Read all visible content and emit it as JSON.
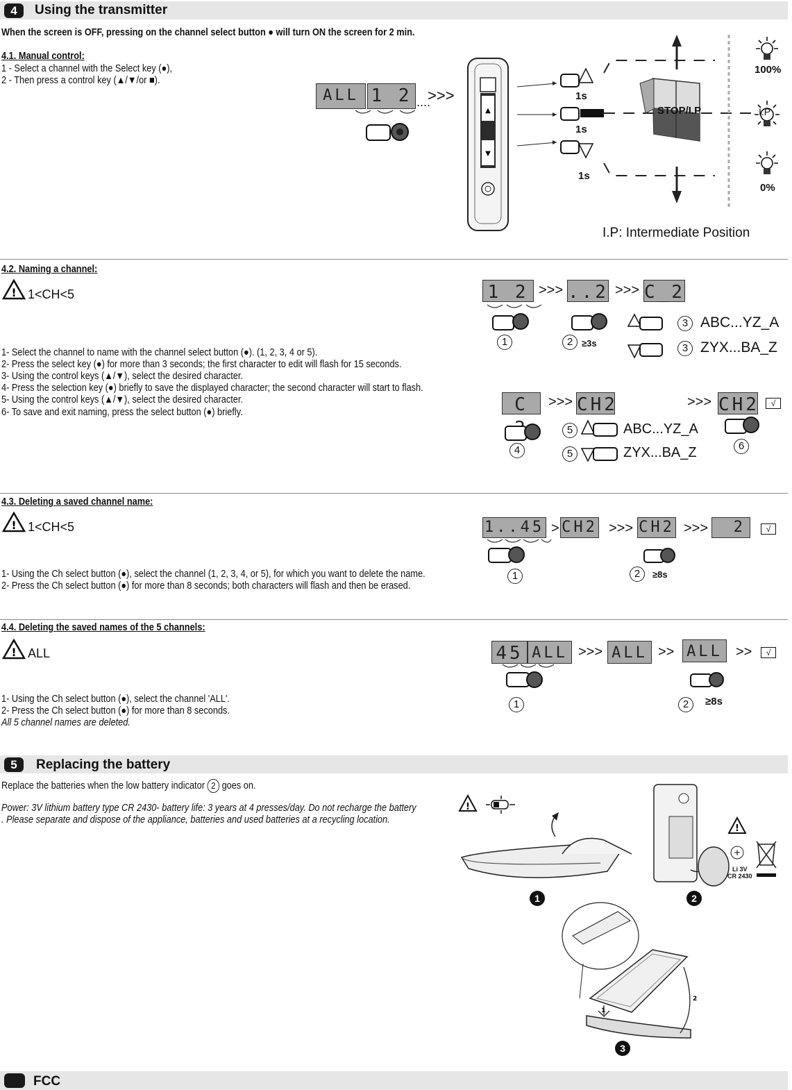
{
  "section4": {
    "number": "4",
    "title": "Using the transmitter",
    "intro": "When the screen is OFF, pressing on the channel select button ● will turn ON the screen for 2 min.",
    "manual": {
      "heading": "4.1. Manual control:",
      "lines": [
        "1 - Select a channel with the Select key (●),",
        "2 - Then press a control key (▲/▼/or ■)."
      ],
      "lcd_left": "ALL",
      "lcd_right": "1 2",
      "more": ">>>",
      "dots": "....",
      "times": [
        "1s",
        "1s",
        "1s"
      ],
      "stop_label": "STOP/I.P",
      "ip_label": "I.P",
      "pct_top": "100%",
      "pct_bottom": "0%",
      "ip_legend": "I.P: Intermediate Position"
    }
  },
  "naming": {
    "heading": "4.2. Naming a channel:",
    "condition": "1<CH<5",
    "steps": [
      "1- Select the channel to name with the channel select button (●). (1, 2, 3, 4 or 5).",
      "2- Press the select key (●) for more than 3 seconds; the first character to edit will flash for 15 seconds.",
      "3- Using the control keys (▲/▼), select the desired character.",
      "4- Press the selection key (●) briefly to save the displayed character; the second character will start to flash.",
      "5- Using the control keys (▲/▼), select the desired character.",
      "6- To save and exit naming, press the select button (●) briefly."
    ],
    "lcd": [
      "1 2",
      "..2",
      "C_2",
      "C 2",
      "CH2",
      "CH2"
    ],
    "seq_up": "ABC...YZ_A",
    "seq_down": "ZYX...BA_Z",
    "hold_3s": "≥3s",
    "check": "√"
  },
  "deleting_one": {
    "heading": "4.3. Deleting a saved channel name:",
    "condition": "1<CH<5",
    "steps": [
      "1- Using the Ch select button (●), select the channel (1, 2, 3, 4, or 5), for which you want to delete the name.",
      "2- Press the Ch select button (●) for more than 8 seconds; both characters will flash and then be erased."
    ],
    "lcd": [
      "1..45",
      "CH2",
      "CH2",
      "2"
    ],
    "hold_8s": "≥8s"
  },
  "deleting_all": {
    "heading": "4.4. Deleting the saved names of the 5 channels:",
    "condition": "ALL",
    "steps": [
      "1- Using the Ch select button (●), select the channel  'ALL'.",
      "2- Press the Ch select button (●) for more than 8 seconds."
    ],
    "note": "All 5 channel names are deleted.",
    "lcd": [
      "45",
      "ALL",
      "ALL",
      "ALL"
    ],
    "hold_8s": "≥8s"
  },
  "section5": {
    "number": "5",
    "title": "Replacing the battery",
    "line1_a": "Replace the batteries when the low battery indicator",
    "line1_b": "goes on.",
    "power": [
      "Power: 3V lithium battery type CR 2430- battery life: 3 years at 4 presses/day. Do not recharge the battery",
      ". Please separate and dispose of the appliance, batteries and used batteries at a recycling location."
    ],
    "battery_label": [
      "Li 3V",
      "CR 2430"
    ],
    "steps": [
      "1",
      "2",
      "3"
    ]
  },
  "fcc": {
    "title": "FCC"
  }
}
